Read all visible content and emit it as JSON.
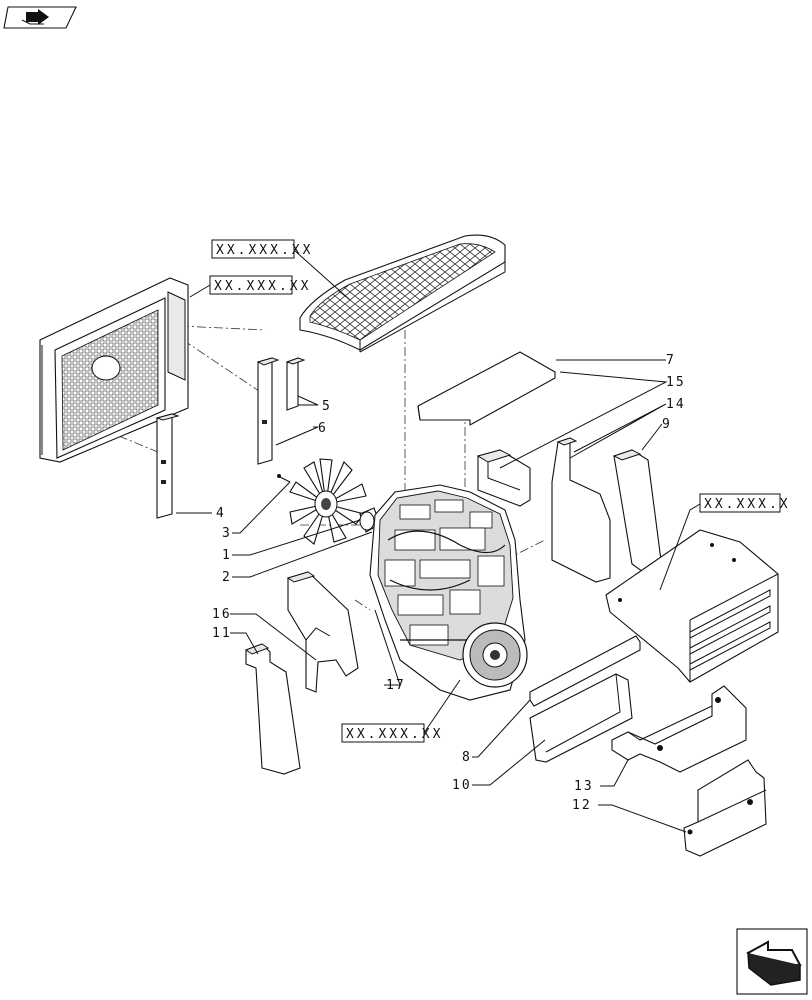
{
  "page": {
    "background": "#ffffff",
    "line_color": "#111111"
  },
  "nav": {
    "top_icon": "book-arrow-icon",
    "bottom_icon": "next-page-arrow-icon"
  },
  "references": [
    {
      "text": "XX.XXX.XX"
    },
    {
      "text": "XX.XXX.XX"
    },
    {
      "text": "XX.XXX.X"
    },
    {
      "text": "XX.XXX.XX"
    }
  ],
  "callouts": [
    {
      "number": "1"
    },
    {
      "number": "2"
    },
    {
      "number": "3"
    },
    {
      "number": "4"
    },
    {
      "number": "5"
    },
    {
      "number": "6"
    },
    {
      "number": "7"
    },
    {
      "number": "8"
    },
    {
      "number": "9"
    },
    {
      "number": "10"
    },
    {
      "number": "11"
    },
    {
      "number": "12"
    },
    {
      "number": "13"
    },
    {
      "number": "14"
    },
    {
      "number": "15"
    },
    {
      "number": "16"
    },
    {
      "number": "17"
    }
  ]
}
